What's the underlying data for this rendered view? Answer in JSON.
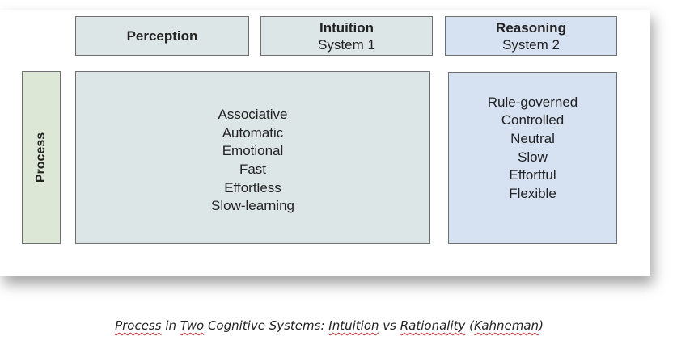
{
  "headers": {
    "perception": {
      "title": "Perception"
    },
    "intuition": {
      "title": "Intuition",
      "subtitle": "System 1"
    },
    "reasoning": {
      "title": "Reasoning",
      "subtitle": "System 2"
    }
  },
  "process_label": "Process",
  "intuition_items": [
    "Associative",
    "Automatic",
    "Emotional",
    "Fast",
    "Effortless",
    "Slow-learning"
  ],
  "reasoning_items": [
    "Rule-governed",
    "Controlled",
    "Neutral",
    "Slow",
    "Effortful",
    "Flexible"
  ],
  "caption": {
    "w1": "Process",
    "w2": " in ",
    "w3": "Two",
    "w4": " Cognitive Systems: ",
    "w5": "Intuition",
    "w6": " vs ",
    "w7": "Rationality",
    "w8": " (",
    "w9": "Kahneman",
    "w10": ")"
  },
  "colors": {
    "perception_intuition_fill": "#dde6e6",
    "reasoning_fill": "#d6e2f2",
    "process_fill": "#dde7d6",
    "border": "#6f6f6f"
  }
}
